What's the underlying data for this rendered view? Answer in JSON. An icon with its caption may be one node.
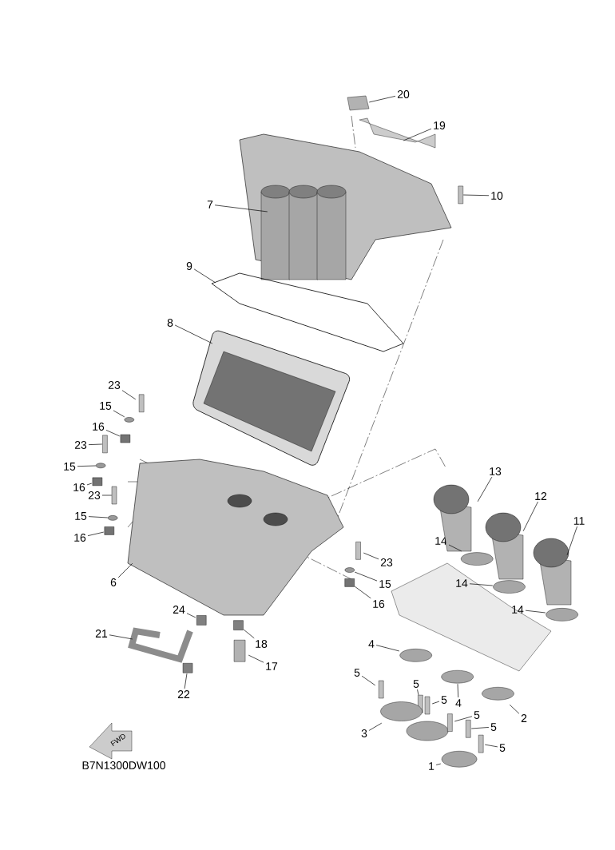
{
  "diagram": {
    "nodes": [
      {
        "text": [
          "20"
        ]
      },
      {
        "text": [
          "19"
        ]
      },
      {
        "text": [
          "10"
        ]
      },
      {
        "text": [
          "7"
        ]
      },
      {
        "text": [
          "9"
        ]
      },
      {
        "text": [
          "8"
        ]
      },
      {
        "text": [
          "23"
        ]
      },
      {
        "text": [
          "15"
        ]
      },
      {
        "text": [
          "16"
        ]
      },
      {
        "text": [
          "23"
        ]
      },
      {
        "text": [
          "15"
        ]
      },
      {
        "text": [
          "16"
        ]
      },
      {
        "text": [
          "23"
        ]
      },
      {
        "text": [
          "15"
        ]
      },
      {
        "text": [
          "16"
        ]
      },
      {
        "text": [
          "6"
        ]
      },
      {
        "text": [
          "24"
        ]
      },
      {
        "text": [
          "21"
        ]
      },
      {
        "text": [
          "22"
        ]
      },
      {
        "text": [
          "18"
        ]
      },
      {
        "text": [
          "17"
        ]
      },
      {
        "text": [
          "23"
        ]
      },
      {
        "text": [
          "15"
        ]
      },
      {
        "text": [
          "16"
        ]
      },
      {
        "text": [
          "13"
        ]
      },
      {
        "text": [
          "12"
        ]
      },
      {
        "text": [
          "11"
        ]
      },
      {
        "text": [
          "14"
        ]
      },
      {
        "text": [
          "14"
        ]
      },
      {
        "text": [
          "14"
        ]
      },
      {
        "text": [
          "4"
        ]
      },
      {
        "text": [
          "5"
        ]
      },
      {
        "text": [
          "5"
        ]
      },
      {
        "text": [
          "4"
        ]
      },
      {
        "text": [
          "5"
        ]
      },
      {
        "text": [
          "2"
        ]
      },
      {
        "text": [
          "5"
        ]
      },
      {
        "text": [
          "5"
        ]
      },
      {
        "text": [
          "3"
        ]
      },
      {
        "text": [
          "5"
        ]
      },
      {
        "text": [
          "1"
        ]
      },
      {
        "text": [],
        "shape": "picture"
      },
      {
        "text": [],
        "shape": "picture"
      },
      {
        "text": [],
        "shape": "box"
      },
      {
        "text": [],
        "shape": "picture"
      },
      {
        "text": [],
        "shape": "picture"
      },
      {
        "text": [],
        "shape": "picture"
      },
      {
        "text": [],
        "shape": "box"
      },
      {
        "text": [],
        "shape": "circle"
      },
      {
        "text": [],
        "shape": "box"
      },
      {
        "text": [],
        "shape": "box"
      },
      {
        "text": [],
        "shape": "circle"
      },
      {
        "text": [],
        "shape": "box"
      },
      {
        "text": [],
        "shape": "box"
      },
      {
        "text": [],
        "shape": "circle"
      },
      {
        "text": [],
        "shape": "box"
      },
      {
        "text": [],
        "shape": "picture"
      },
      {
        "text": [],
        "shape": "box"
      },
      {
        "text": [],
        "shape": "picture"
      },
      {
        "text": [],
        "shape": "box"
      },
      {
        "text": [],
        "shape": "box"
      },
      {
        "text": [],
        "shape": "box"
      },
      {
        "text": [],
        "shape": "box"
      },
      {
        "text": [],
        "shape": "circle"
      },
      {
        "text": [],
        "shape": "box"
      },
      {
        "text": [],
        "shape": "picture"
      },
      {
        "text": [],
        "shape": "picture"
      },
      {
        "text": [],
        "shape": "picture"
      },
      {
        "text": [],
        "shape": "circle"
      },
      {
        "text": [],
        "shape": "circle"
      },
      {
        "text": [],
        "shape": "circle"
      },
      {
        "text": [],
        "shape": "circle"
      },
      {
        "text": [],
        "shape": "box"
      },
      {
        "text": [],
        "shape": "box"
      },
      {
        "text": [],
        "shape": "circle"
      },
      {
        "text": [],
        "shape": "box"
      },
      {
        "text": [],
        "shape": "circle"
      },
      {
        "text": [],
        "shape": "box"
      },
      {
        "text": [],
        "shape": "box"
      },
      {
        "text": [],
        "shape": "circle"
      },
      {
        "text": [],
        "shape": "box"
      },
      {
        "text": [],
        "shape": "circle"
      }
    ],
    "edges": [
      {
        "from": 0,
        "to": 41,
        "arrow": "none"
      },
      {
        "from": 1,
        "to": 42,
        "arrow": "none"
      },
      {
        "from": 2,
        "to": 43,
        "arrow": "none"
      },
      {
        "from": 3,
        "to": 44,
        "arrow": "none"
      },
      {
        "from": 4,
        "to": 45,
        "arrow": "none"
      },
      {
        "from": 5,
        "to": 46,
        "arrow": "none"
      },
      {
        "from": 6,
        "to": 47,
        "arrow": "none"
      },
      {
        "from": 7,
        "to": 48,
        "arrow": "none"
      },
      {
        "from": 8,
        "to": 49,
        "arrow": "none"
      },
      {
        "from": 9,
        "to": 50,
        "arrow": "none"
      },
      {
        "from": 10,
        "to": 51,
        "arrow": "none"
      },
      {
        "from": 11,
        "to": 52,
        "arrow": "none"
      },
      {
        "from": 12,
        "to": 53,
        "arrow": "none"
      },
      {
        "from": 13,
        "to": 54,
        "arrow": "none"
      },
      {
        "from": 14,
        "to": 55,
        "arrow": "none"
      },
      {
        "from": 15,
        "to": 56,
        "arrow": "none"
      },
      {
        "from": 16,
        "to": 57,
        "arrow": "none"
      },
      {
        "from": 17,
        "to": 58,
        "arrow": "none"
      },
      {
        "from": 18,
        "to": 59,
        "arrow": "none"
      },
      {
        "from": 19,
        "to": 60,
        "arrow": "none"
      },
      {
        "from": 20,
        "to": 61,
        "arrow": "none"
      },
      {
        "from": 21,
        "to": 62,
        "arrow": "none"
      },
      {
        "from": 22,
        "to": 63,
        "arrow": "none"
      },
      {
        "from": 23,
        "to": 64,
        "arrow": "none"
      },
      {
        "from": 24,
        "to": 65,
        "arrow": "none"
      },
      {
        "from": 25,
        "to": 66,
        "arrow": "none"
      },
      {
        "from": 26,
        "to": 67,
        "arrow": "none"
      },
      {
        "from": 27,
        "to": 68,
        "arrow": "none"
      },
      {
        "from": 28,
        "to": 69,
        "arrow": "none"
      },
      {
        "from": 29,
        "to": 70,
        "arrow": "none"
      },
      {
        "from": 30,
        "to": 71,
        "arrow": "none"
      },
      {
        "from": 31,
        "to": 72,
        "arrow": "none"
      },
      {
        "from": 32,
        "to": 73,
        "arrow": "none"
      },
      {
        "from": 33,
        "to": 74,
        "arrow": "none"
      },
      {
        "from": 34,
        "to": 75,
        "arrow": "none"
      },
      {
        "from": 35,
        "to": 76,
        "arrow": "none"
      },
      {
        "from": 36,
        "to": 77,
        "arrow": "none"
      },
      {
        "from": 37,
        "to": 78,
        "arrow": "none"
      },
      {
        "from": 38,
        "to": 79,
        "arrow": "none"
      },
      {
        "from": 39,
        "to": 80,
        "arrow": "none"
      },
      {
        "from": 40,
        "to": 81,
        "arrow": "none"
      }
    ],
    "labels": [
      "FWD",
      "B7N1300DW100"
    ]
  }
}
